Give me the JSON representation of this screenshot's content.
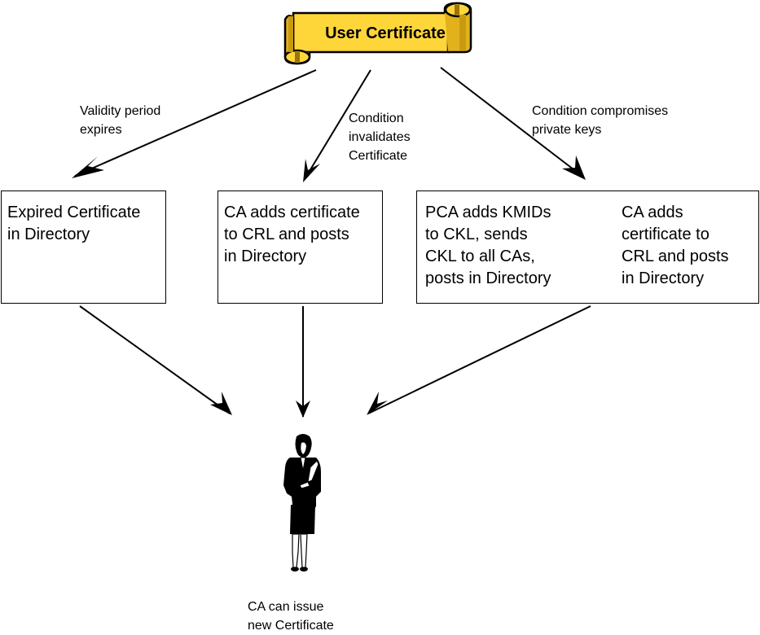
{
  "banner": {
    "title": "User Certificate",
    "fill_color": "#FFD63A",
    "shade_color": "#C89A10"
  },
  "edges_top": [
    {
      "id": "validity",
      "label_lines": [
        "Validity period",
        "expires"
      ]
    },
    {
      "id": "invalidates",
      "label_lines": [
        "Condition",
        "invalidates",
        "Certificate"
      ]
    },
    {
      "id": "compromise",
      "label_lines": [
        "Condition compromises",
        "private keys"
      ]
    }
  ],
  "boxes": [
    {
      "id": "expired",
      "lines": [
        "Expired Certificate",
        "in Directory"
      ]
    },
    {
      "id": "crl",
      "lines": [
        "CA adds certificate",
        "to CRL and posts",
        "in Directory"
      ]
    },
    {
      "id": "compromised",
      "left_lines": [
        "PCA adds KMIDs",
        "to CKL, sends",
        "CKL to all CAs,",
        "posts in Directory"
      ],
      "right_lines": [
        "CA adds",
        "certificate to",
        "CRL and posts",
        "in Directory"
      ]
    }
  ],
  "outcome": {
    "icon": "businesswoman-icon",
    "caption_lines": [
      "CA can issue",
      "new Certificate"
    ]
  }
}
